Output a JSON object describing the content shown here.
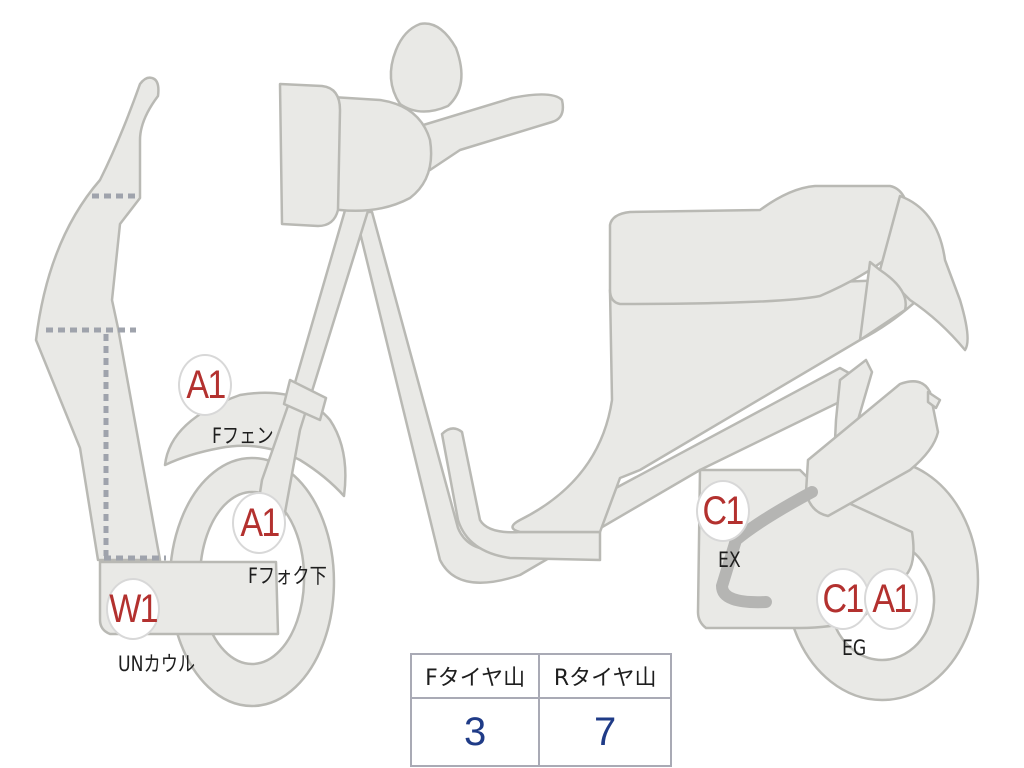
{
  "markers": [
    {
      "id": "fender",
      "code": "A1",
      "label": "Fフェン"
    },
    {
      "id": "fork",
      "code": "A1",
      "label": "Fフォク下"
    },
    {
      "id": "undercowl",
      "code": "W1",
      "label": "UNカウル"
    },
    {
      "id": "exhaust",
      "code": "C1",
      "label": "EX"
    },
    {
      "id": "engine-c",
      "code": "C1",
      "label": "EG"
    },
    {
      "id": "engine-a",
      "code": "A1",
      "label": ""
    }
  ],
  "tire_table": {
    "headers": [
      "Fタイヤ山",
      "Rタイヤ山"
    ],
    "values": [
      "3",
      "7"
    ]
  },
  "colors": {
    "body_fill": "#e9e9e6",
    "outline": "#b9b9b4",
    "code_red": "#b3312f",
    "value_blue": "#1f3b87",
    "dashed_line": "#9fa3ac"
  }
}
